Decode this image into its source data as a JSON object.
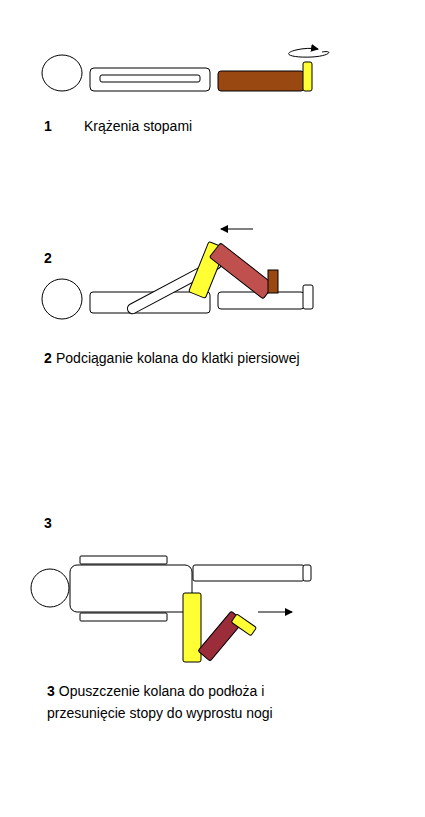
{
  "diagram": {
    "labels": [
      "1",
      "Krążenia stopami",
      "2",
      "2",
      "Podciąganie kolana do klatki piersiowej",
      "3",
      "3",
      "Opuszczenie kolana do podłoża i przesunięcie stopy do wyprostu nogi"
    ]
  }
}
